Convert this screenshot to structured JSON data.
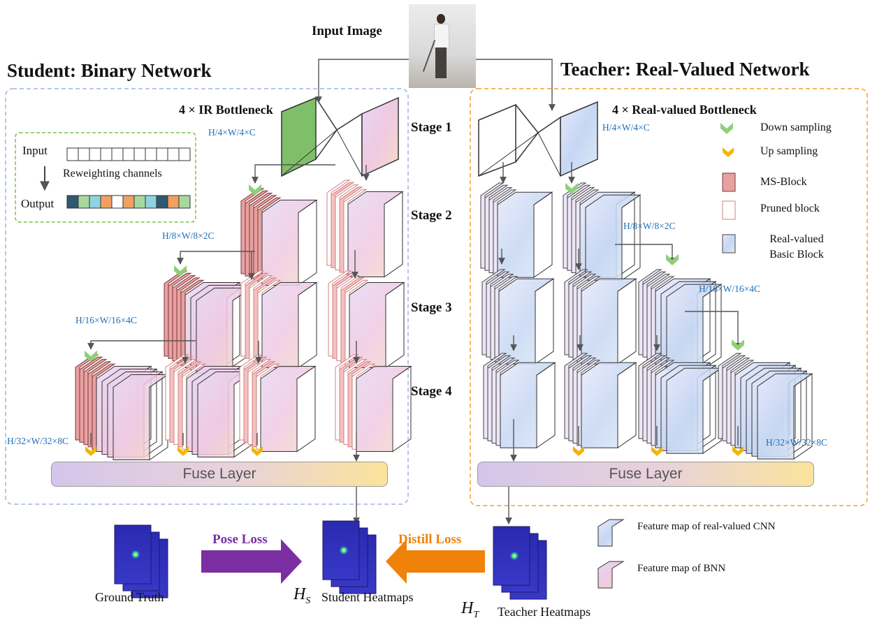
{
  "input_image_label": "Input Image",
  "student": {
    "title": "Student: Binary Network",
    "bottleneck": "4 × IR Bottleneck",
    "dims": [
      "H/4×W/4×C",
      "H/8×W/8×2C",
      "H/16×W/16×4C",
      "H/32×W/32×8C"
    ],
    "fuse": "Fuse Layer",
    "inset": {
      "input": "Input",
      "reweight": "Reweighting channels",
      "output": "Output"
    }
  },
  "teacher": {
    "title": "Teacher: Real-Valued Network",
    "bottleneck": "4 × Real-valued Bottleneck",
    "dims": [
      "H/4×W/4×C",
      "H/8×W/8×2C",
      "H/16×W/16×4C",
      "H/32×W/32×8C"
    ],
    "fuse": "Fuse Layer"
  },
  "stages": [
    "Stage 1",
    "Stage 2",
    "Stage 3",
    "Stage 4"
  ],
  "legend": {
    "down": "Down sampling",
    "up": "Up sampling",
    "ms_block": "MS-Block",
    "pruned": "Pruned block",
    "real_basic": "Real-valued Basic Block",
    "fm_real": "Feature map of real-valued CNN",
    "fm_bnn": "Feature map of BNN"
  },
  "losses": {
    "pose": "Pose Loss",
    "distill": "Distill Loss"
  },
  "captions": {
    "ground_truth": "Ground Truth",
    "hs_sym": "H",
    "hs_sub": "S",
    "student_heatmaps": "Student Heatmaps",
    "ht_sym": "H",
    "ht_sub": "T",
    "teacher_heatmaps": "Teacher Heatmaps"
  },
  "colors": {
    "student_border": "#9fb6d6",
    "teacher_border": "#f0a030",
    "inset_border": "#7dc24a",
    "down_arrow": "#8fcf7a",
    "up_arrow": "#f5b400",
    "ms_block": "#e8a0a0",
    "pose_arrow": "#7b2fa3",
    "distill_arrow": "#f0820a",
    "dim_text": "#1f6fb5"
  },
  "reweight_colors": [
    "#2f5970",
    "#a8d8a0",
    "#8fd3e0",
    "#f0a060",
    "#ffffff",
    "#f0a060",
    "#a8d8a0",
    "#8fd3e0",
    "#2f5970",
    "#f0a060",
    "#a8d8a0"
  ]
}
